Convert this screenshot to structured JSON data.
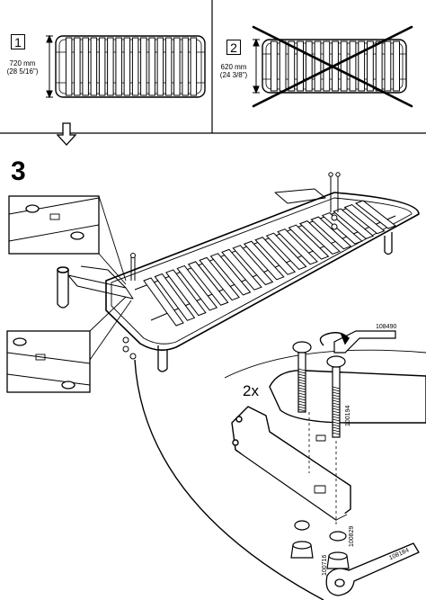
{
  "panel1": {
    "number": "1",
    "dim_mm": "720 mm",
    "dim_in": "(28 5/16\")"
  },
  "panel2": {
    "number": "2",
    "dim_mm": "620 mm",
    "dim_in": "(24 3/8\")"
  },
  "step": {
    "number": "3"
  },
  "detail": {
    "quantity": "2x",
    "parts": {
      "allen_key": "108490",
      "bolt": "100194",
      "washer": "100829",
      "nut": "100716",
      "wrench": "108184"
    }
  },
  "icons": [
    "outline-down-arrow-icon",
    "rotate-arrow-icon",
    "cross-out-icon"
  ]
}
